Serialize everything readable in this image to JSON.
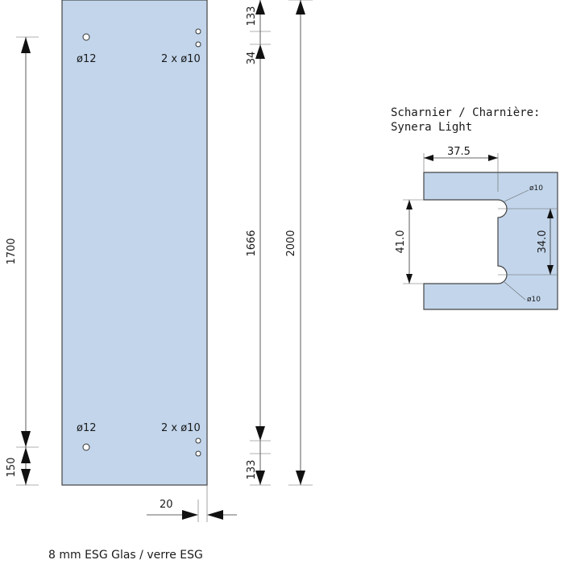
{
  "panel": {
    "hole_top_left_label": "ø12",
    "hole_top_right_label": "2 x ø10",
    "hole_bottom_left_label": "ø12",
    "hole_bottom_right_label": "2 x ø10"
  },
  "dimensions": {
    "left_overall": "1700",
    "left_bottom": "150",
    "mid_top": "133",
    "mid_second": "34",
    "mid_center": "1666",
    "mid_bottom": "133",
    "right_overall": "2000",
    "edge_offset": "20"
  },
  "hinge": {
    "title_line1": "Scharnier / Charnière:",
    "title_line2": "Synera Light",
    "width": "37.5",
    "opening": "41.0",
    "hole_spacing": "34.0",
    "hole_top_label": "ø10",
    "hole_bottom_label": "ø10"
  },
  "caption": "8 mm ESG Glas / verre ESG"
}
